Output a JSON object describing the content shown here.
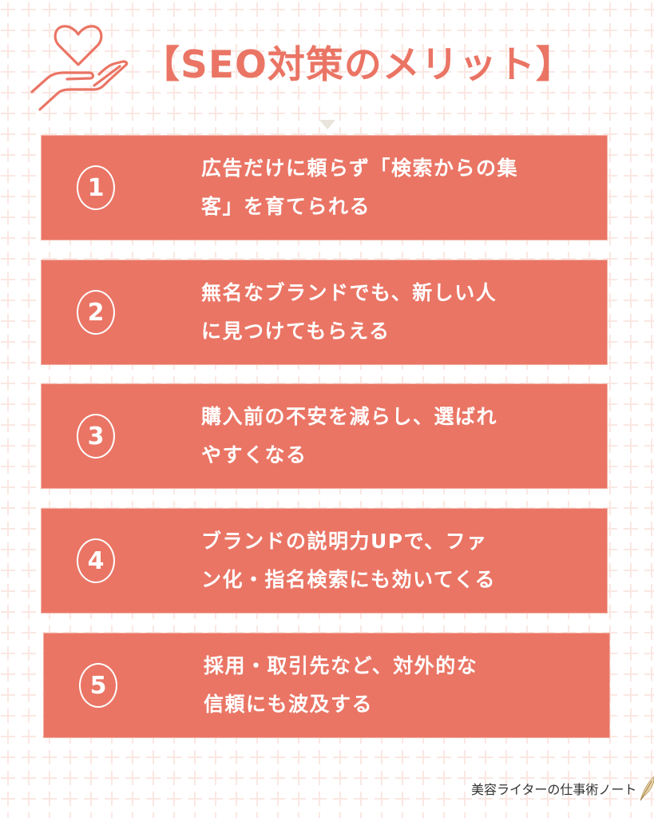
{
  "header": {
    "title": "【SEO対策のメリット】",
    "icon": "heart-in-hand-icon"
  },
  "colors": {
    "accent": "#ea7565",
    "card_text": "#ffffff",
    "grid_line": "#fbe9e4",
    "pointer": "#e9e4dc"
  },
  "items": [
    {
      "number": "1",
      "text": "広告だけに頼らず「検索からの集\n客」を育てられる"
    },
    {
      "number": "2",
      "text": "無名なブランドでも、新しい人\nに見つけてもらえる"
    },
    {
      "number": "3",
      "text": "購入前の不安を減らし、選ばれ\nやすくなる"
    },
    {
      "number": "4",
      "text": "ブランドの説明力UPで、ファ\nン化・指名検索にも効いてくる"
    },
    {
      "number": "5",
      "text": " 採用・取引先など、対外的な\n信頼にも波及する"
    }
  ],
  "footer": {
    "brand": "美容ライターの仕事術ノート",
    "icon": "feather-quill-icon"
  }
}
